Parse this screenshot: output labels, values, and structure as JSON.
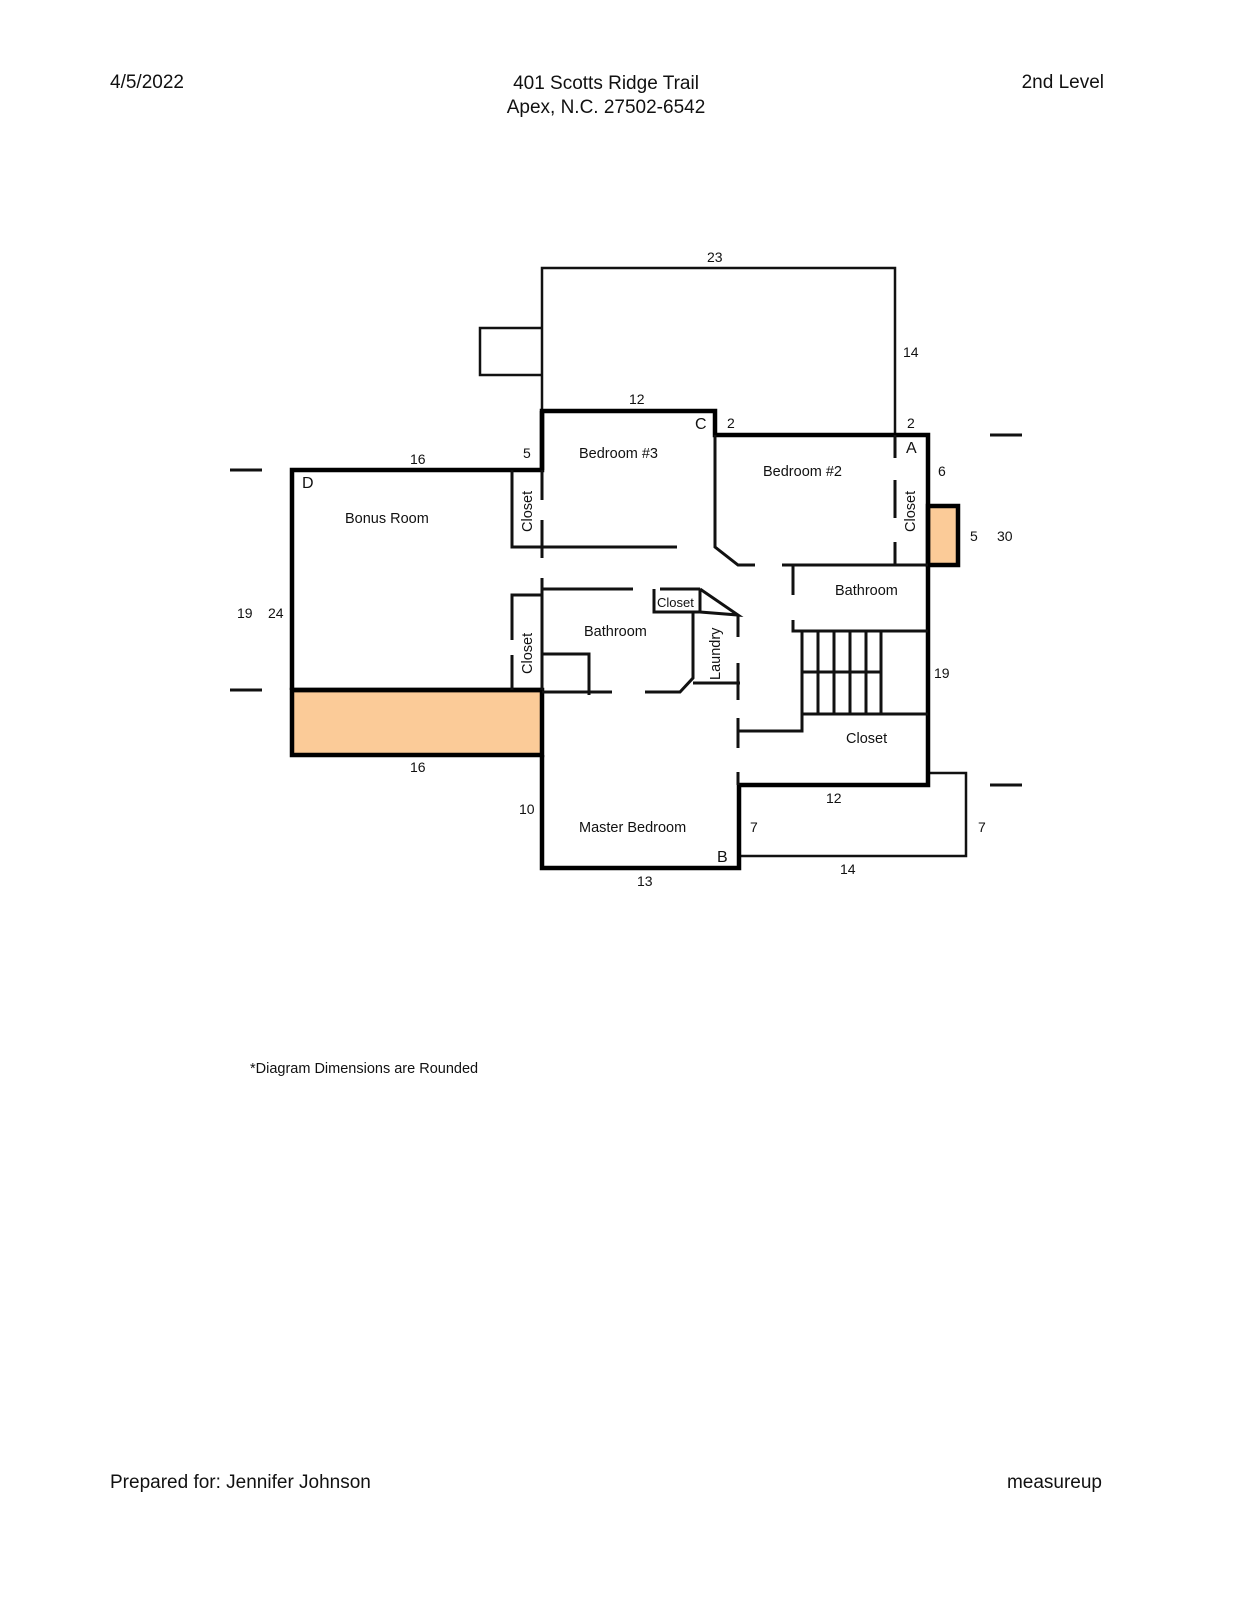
{
  "header": {
    "date": "4/5/2022",
    "address_line1": "401 Scotts Ridge Trail",
    "address_line2": "Apex, N.C. 27502-6542",
    "level": "2nd Level"
  },
  "plan": {
    "colors": {
      "wall": "#000000",
      "highlight_fill": "#fbcb98",
      "background": "#ffffff"
    },
    "corners": {
      "a": "A",
      "b": "B",
      "c": "C",
      "d": "D"
    },
    "rooms": {
      "bonus_room": "Bonus Room",
      "bedroom3": "Bedroom #3",
      "bedroom2": "Bedroom #2",
      "bathroom_upper": "Bathroom",
      "bathroom_lower": "Bathroom",
      "closet_bonus_upper": "Closet",
      "closet_bonus_lower": "Closet",
      "closet_small": "Closet",
      "closet_bed2": "Closet",
      "laundry": "Laundry",
      "closet_stair": "Closet",
      "master_bedroom": "Master Bedroom"
    },
    "dimensions": {
      "top_outer": "23",
      "right_outer": "14",
      "bed3_top": "12",
      "bed3_step": "2",
      "right_step": "2",
      "bonus_top": "16",
      "bonus_step": "5",
      "left_outer": "19",
      "left_total": "24",
      "bonus_bottom": "16",
      "right_upper": "6",
      "right_bump": "5",
      "right_total": "30",
      "right_lower": "19",
      "closet_bottom": "12",
      "master_left": "10",
      "master_bottom": "13",
      "porch_left": "7",
      "porch_right": "7",
      "porch_bottom": "14"
    }
  },
  "note": "*Diagram Dimensions are Rounded",
  "footer": {
    "prepared_for": "Prepared for: Jennifer Johnson",
    "brand": "measureup"
  }
}
